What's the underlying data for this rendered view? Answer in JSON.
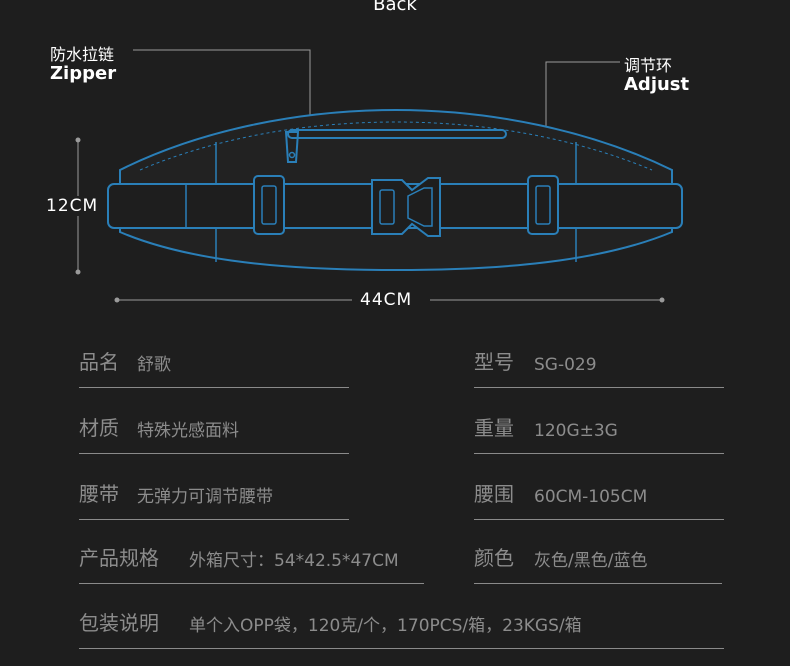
{
  "header": {
    "title": "Back"
  },
  "callouts": {
    "zipper": {
      "cn": "防水拉链",
      "en": "Zipper"
    },
    "adjust": {
      "cn": "调节环",
      "en": "Adjust"
    }
  },
  "dimensions": {
    "height": "12CM",
    "width": "44CM"
  },
  "colors": {
    "background": "#1e1e1e",
    "outline": "#2a7fb8",
    "text": "#8c8c8c"
  },
  "specs": [
    {
      "key": "品名",
      "value": "舒歌"
    },
    {
      "key": "型号",
      "value": "SG-029"
    },
    {
      "key": "材质",
      "value": "特殊光感面料"
    },
    {
      "key": "重量",
      "value": "120G±3G"
    },
    {
      "key": "腰带",
      "value": "无弹力可调节腰带"
    },
    {
      "key": "腰围",
      "value": "60CM-105CM"
    },
    {
      "key": "产品规格",
      "value": "外箱尺寸：54*42.5*47CM"
    },
    {
      "key": "颜色",
      "value": "灰色/黑色/蓝色"
    },
    {
      "key": "包装说明",
      "value": "单个入OPP袋，120克/个，170PCS/箱，23KGS/箱"
    }
  ]
}
